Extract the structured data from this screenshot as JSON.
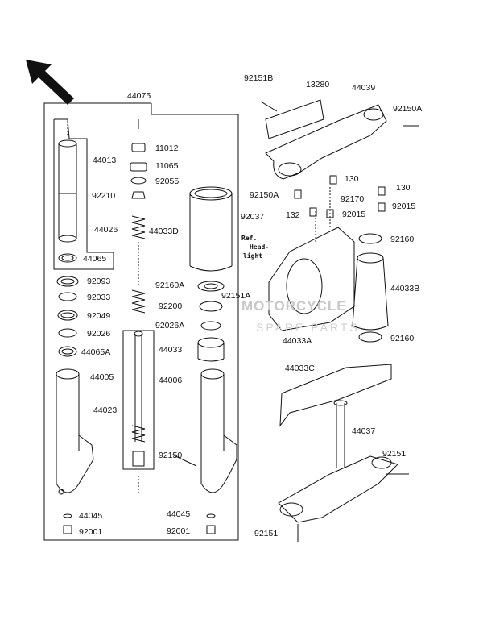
{
  "parts": {
    "p44075": "44075",
    "p44013": "44013",
    "p11012": "11012",
    "p11065": "11065",
    "p92055": "92055",
    "p92210": "92210",
    "p44026": "44026",
    "p44033D": "44033D",
    "p44065": "44065",
    "p92093": "92093",
    "p92033": "92033",
    "p92049": "92049",
    "p92026": "92026",
    "p44065A": "44065A",
    "p44005": "44005",
    "p44023": "44023",
    "p92160A": "92160A",
    "p92151A": "92151A",
    "p92200": "92200",
    "p92026A": "92026A",
    "p44033": "44033",
    "p44006": "44006",
    "p92150": "92150",
    "p44045a": "44045",
    "p92001a": "92001",
    "p44045b": "44045",
    "p92001b": "92001",
    "p92151B": "92151B",
    "p13280": "13280",
    "p44039": "44039",
    "p92150A_top": "92150A",
    "p92150A_mid": "92150A",
    "p130a": "130",
    "p130b": "130",
    "p92170": "92170",
    "p92037": "92037",
    "p132": "132",
    "p92015a": "92015",
    "p92015b": "92015",
    "p92160a": "92160",
    "p44033B": "44033B",
    "p44033A": "44033A",
    "p92160b": "92160",
    "p44033C": "44033C",
    "p44037": "44037",
    "p92151a": "92151",
    "p92151b": "92151"
  },
  "note": {
    "line1": "Ref.",
    "line2": "Head-",
    "line3": "light"
  },
  "watermark": {
    "line1": "MOTORCYCLE",
    "line2": "SPARE PARTS"
  },
  "icons": {
    "direction": "arrow-up-left-icon"
  }
}
